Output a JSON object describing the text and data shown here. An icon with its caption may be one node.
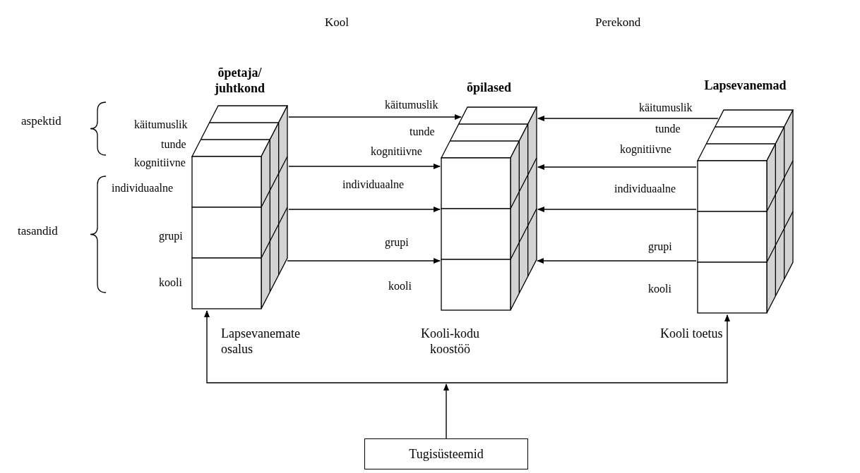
{
  "diagram": {
    "nodes": [
      {
        "text": [
          "õpetaja/ juhtkond"
        ]
      },
      {
        "text": [
          "õpilased"
        ]
      },
      {
        "text": [
          "Lapsevanemad"
        ]
      },
      {
        "text": [
          "Tugisüsteemid"
        ]
      }
    ],
    "edges": [
      {
        "from": 0,
        "to": 1,
        "arrow": "to"
      },
      {
        "from": 0,
        "to": 1,
        "arrow": "to"
      },
      {
        "from": 0,
        "to": 1,
        "arrow": "to"
      },
      {
        "from": 0,
        "to": 1,
        "arrow": "to"
      },
      {
        "from": 2,
        "to": 1,
        "arrow": "to"
      },
      {
        "from": 2,
        "to": 1,
        "arrow": "to"
      },
      {
        "from": 2,
        "to": 1,
        "arrow": "to"
      },
      {
        "from": 2,
        "to": 1,
        "arrow": "to"
      },
      {
        "from": 3,
        "to": 0,
        "arrow": "to",
        "label": "Lapsevanemate osalus"
      },
      {
        "from": 3,
        "to": 2,
        "arrow": "to",
        "label": "Kooli toetus"
      }
    ],
    "labels": [
      "Kool",
      "Perekond",
      "aspektid",
      "tasandid",
      "Kooli-kodu koostöö",
      "käitumuslik",
      "tunde",
      "kognitiivne",
      "individuaalne",
      "grupi",
      "kooli",
      "käitumuslik",
      "tunde",
      "kognitiivne",
      "individuaalne",
      "grupi",
      "kooli",
      "käitumuslik",
      "tunde",
      "kognitiivne",
      "individuaalne",
      "grupi",
      "kooli"
    ]
  }
}
